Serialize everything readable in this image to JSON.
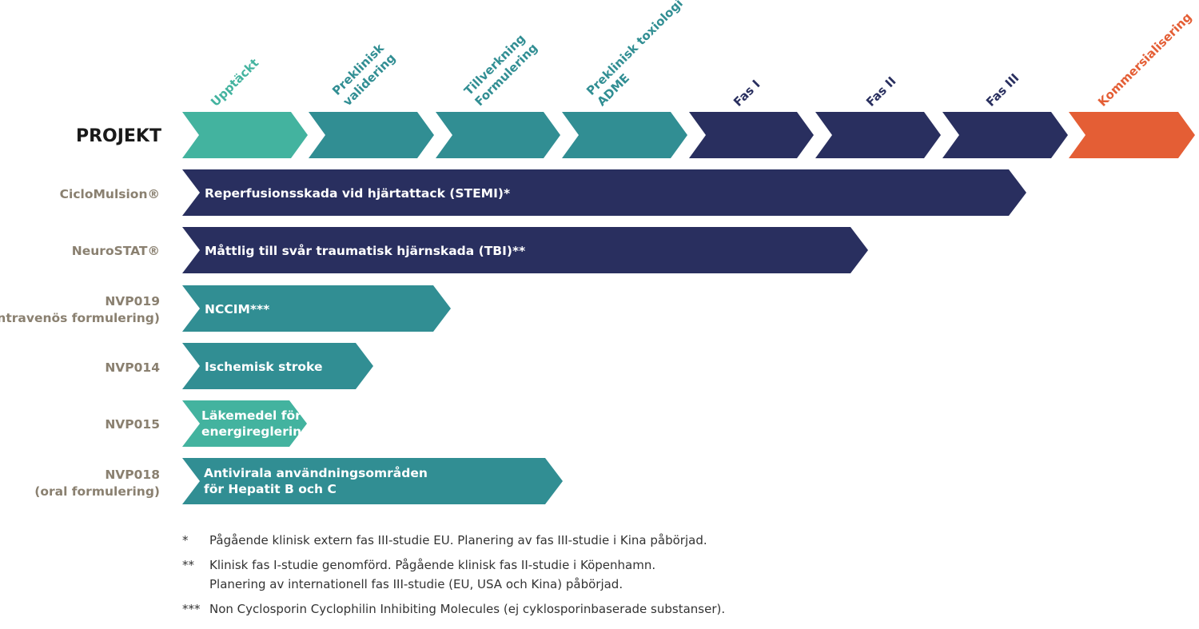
{
  "colors": {
    "light_teal": "#43b39f",
    "teal": "#318e93",
    "navy": "#292f5f",
    "orange": "#e45e35",
    "label_gray": "#8a8070"
  },
  "header": {
    "title": "PROJEKT"
  },
  "stages": [
    {
      "lines": [
        "Upptäckt"
      ]
    },
    {
      "lines": [
        "Preklinisk",
        "validering"
      ]
    },
    {
      "lines": [
        "Tillverkning",
        "Formulering"
      ]
    },
    {
      "lines": [
        "Preklinisk toxiologi",
        "ADME"
      ]
    },
    {
      "lines": [
        "Fas I"
      ]
    },
    {
      "lines": [
        "Fas II"
      ]
    },
    {
      "lines": [
        "Fas III"
      ]
    },
    {
      "lines": [
        "Kommersialisering"
      ]
    }
  ],
  "projects": [
    {
      "name": [
        "CicloMulsion®"
      ],
      "bar": [
        "Reperfusionsskada vid hjärtattack (STEMI)*"
      ]
    },
    {
      "name": [
        "NeuroSTAT®"
      ],
      "bar": [
        "Måttlig till svår traumatisk hjärnskada (TBI)**"
      ]
    },
    {
      "name": [
        "NVP019",
        "(intravenös formulering)"
      ],
      "bar": [
        "NCCIM***"
      ]
    },
    {
      "name": [
        "NVP014"
      ],
      "bar": [
        "Ischemisk stroke"
      ]
    },
    {
      "name": [
        "NVP015"
      ],
      "bar": [
        "Läkemedel för",
        "energireglering"
      ]
    },
    {
      "name": [
        "NVP018",
        "(oral formulering)"
      ],
      "bar": [
        "Antivirala användningsområden",
        "för Hepatit B och C"
      ]
    }
  ],
  "footnotes": [
    {
      "marker": "*",
      "lines": [
        "Pågående klinisk extern fas III-studie EU. Planering av fas III-studie i Kina påbörjad."
      ]
    },
    {
      "marker": "**",
      "lines": [
        "Klinisk fas I-studie genomförd. Pågående klinisk fas II-studie i Köpenhamn.",
        "Planering av internationell fas III-studie (EU, USA och Kina) påbörjad."
      ]
    },
    {
      "marker": "***",
      "lines": [
        "Non Cyclosporin Cyclophilin Inhibiting Molecules (ej cyklosporinbaserade substanser)."
      ]
    }
  ]
}
